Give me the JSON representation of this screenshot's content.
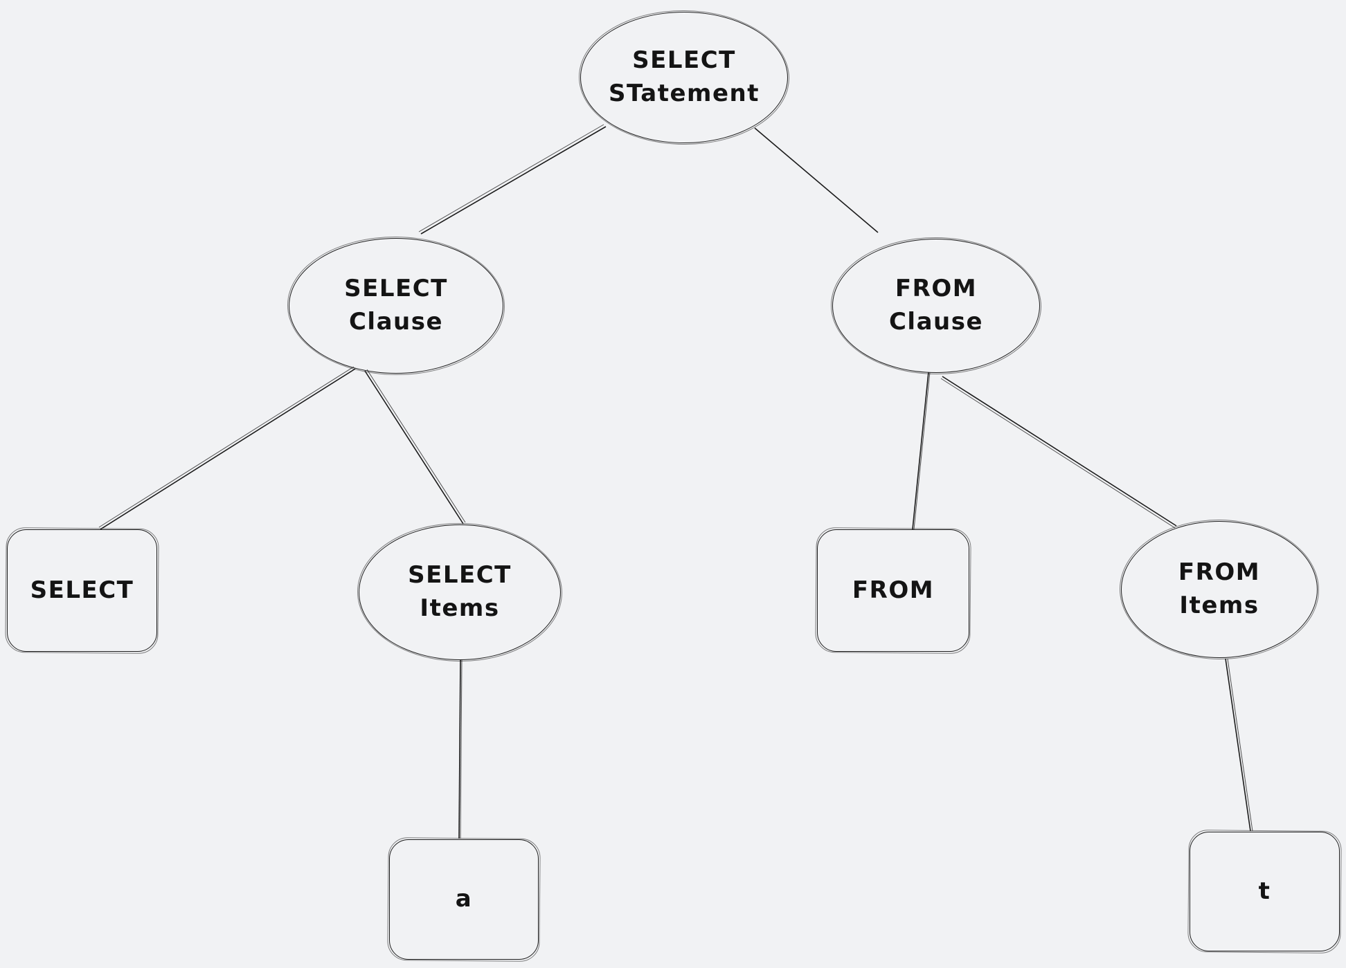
{
  "canvas": {
    "background_color": "#f1f2f4",
    "stroke_color": "#1b1b1b",
    "text_color": "#141414"
  },
  "diagram": {
    "kind": "hand-drawn tree diagram",
    "nodes": {
      "select_statement": {
        "shape": "ellipse",
        "line1": "SELECT",
        "line2": "STatement"
      },
      "select_clause": {
        "shape": "ellipse",
        "line1": "SELECT",
        "line2": "Clause"
      },
      "from_clause": {
        "shape": "ellipse",
        "line1": "FROM",
        "line2": "Clause"
      },
      "select_keyword": {
        "shape": "rectangle",
        "line1": "SELECT"
      },
      "select_items": {
        "shape": "ellipse",
        "line1": "SELECT",
        "line2": "Items"
      },
      "from_keyword": {
        "shape": "rectangle",
        "line1": "FROM"
      },
      "from_items": {
        "shape": "ellipse",
        "line1": "FROM",
        "line2": "Items"
      },
      "a_item": {
        "shape": "rectangle",
        "line1": "a"
      },
      "t_item": {
        "shape": "rectangle",
        "line1": "t"
      }
    },
    "edges": [
      {
        "from": "select_statement",
        "to": "select_clause"
      },
      {
        "from": "select_statement",
        "to": "from_clause"
      },
      {
        "from": "select_clause",
        "to": "select_keyword"
      },
      {
        "from": "select_clause",
        "to": "select_items"
      },
      {
        "from": "select_items",
        "to": "a_item"
      },
      {
        "from": "from_clause",
        "to": "from_keyword"
      },
      {
        "from": "from_clause",
        "to": "from_items"
      },
      {
        "from": "from_items",
        "to": "t_item"
      }
    ]
  }
}
